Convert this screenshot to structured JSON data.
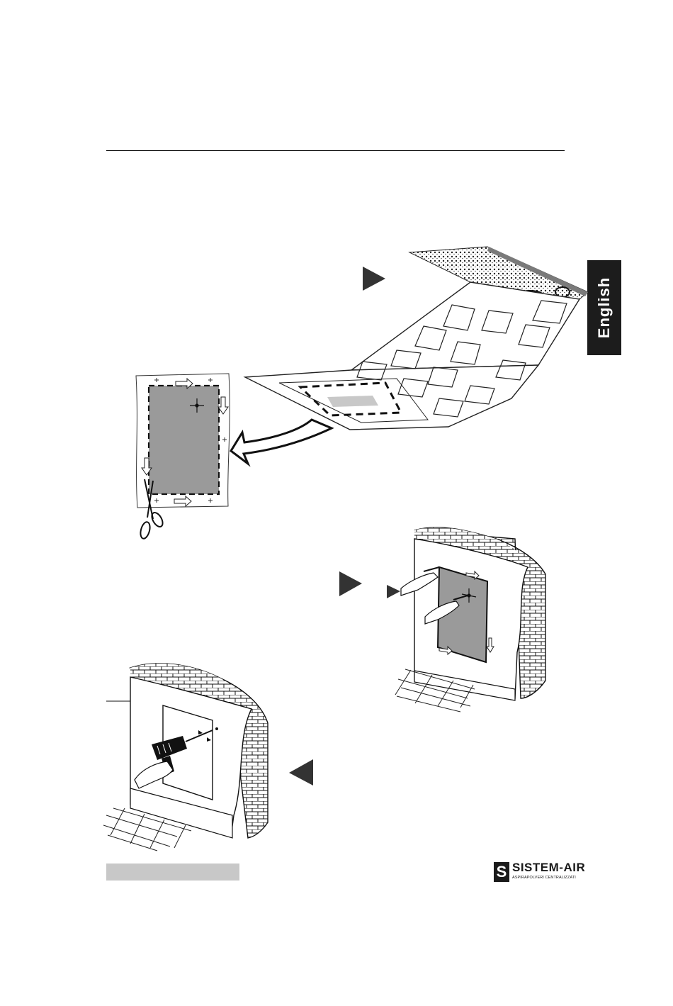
{
  "side_tab": {
    "label": "English"
  },
  "logo": {
    "brand": "SISTEM-AIR",
    "tagline": "ASPIRAPOLVERI CENTRALIZZATI",
    "mark": "S"
  },
  "colors": {
    "tab_bg": "#1c1c1c",
    "template_fill": "#9a9a9a",
    "footer_bar": "#c8c8c8",
    "arrow": "#333333"
  },
  "icons": [
    "play-arrow-icon",
    "scissors-icon",
    "curved-arrow-icon",
    "crosshair-icon",
    "drill-icon",
    "hand-icon",
    "brick-wall-icon"
  ]
}
